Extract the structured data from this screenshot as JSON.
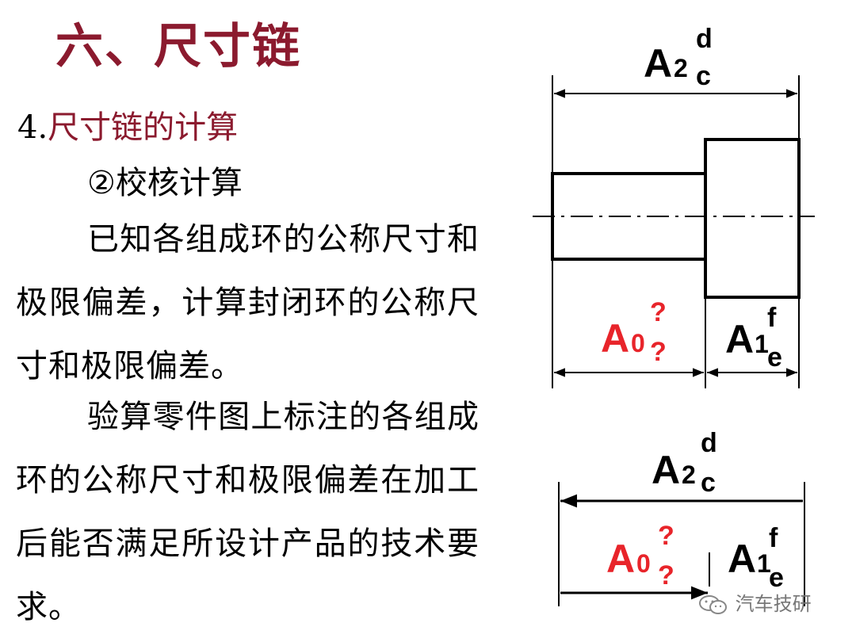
{
  "title": "六、尺寸链",
  "section": {
    "number": "4.",
    "label": "尺寸链的计算"
  },
  "subsection": "②校核计算",
  "paragraph1": "已知各组成环的公称尺寸和极限偏差，计算封闭环的公称尺寸和极限偏差。",
  "paragraph2": "验算零件图上标注的各组成环的公称尺寸和极限偏差在加工后能否满足所设计产品的技术要求。",
  "diagram_top": {
    "A2": {
      "letter": "A",
      "sub": "2",
      "upper": "d",
      "lower": "c"
    },
    "A1": {
      "letter": "A",
      "sub": "1",
      "upper": "f",
      "lower": "e"
    },
    "A0": {
      "letter": "A",
      "sub": "0",
      "upper": "?",
      "lower": "?"
    }
  },
  "diagram_bottom": {
    "A2": {
      "letter": "A",
      "sub": "2",
      "upper": "d",
      "lower": "c"
    },
    "A1": {
      "letter": "A",
      "sub": "1",
      "upper": "f",
      "lower": "e"
    },
    "A0": {
      "letter": "A",
      "sub": "0",
      "upper": "?",
      "lower": "?"
    }
  },
  "colors": {
    "title": "#8b1a2e",
    "closing_ring": "#e8242a",
    "line": "#000000"
  },
  "watermark": {
    "icon": "wechat-icon",
    "text": "汽车技研"
  }
}
